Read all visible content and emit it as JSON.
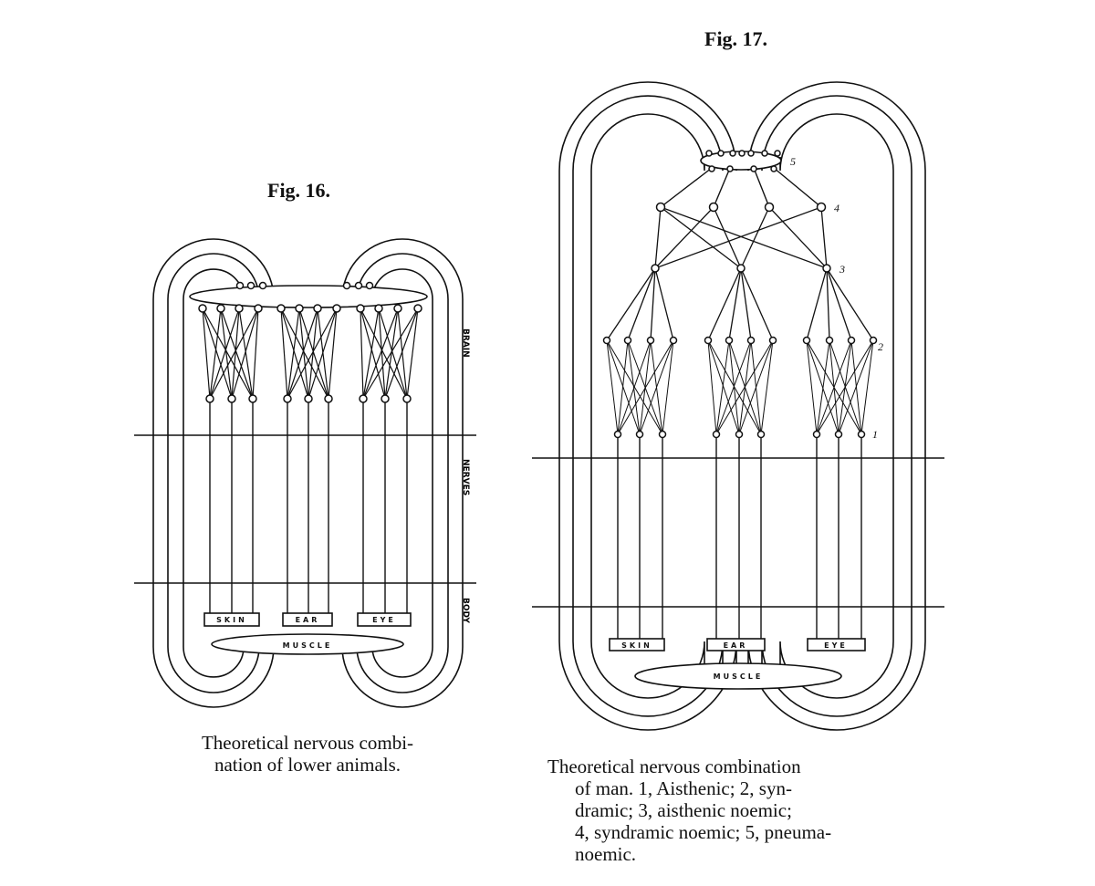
{
  "fig16": {
    "title": "Fig. 16.",
    "caption_line1": "Theoretical nervous combi-",
    "caption_line2": "nation of lower animals.",
    "region_labels": [
      "BRAIN",
      "NERVES",
      "BODY"
    ],
    "organs": [
      "SKIN",
      "EAR",
      "EYE"
    ],
    "muscle": "MUSCLE"
  },
  "fig17": {
    "title": "Fig. 17.",
    "caption_lines": [
      "Theoretical nervous combination",
      "of man.  1, Aisthenic; 2, syn-",
      "dramic; 3, aisthenic noemic;",
      "4, syndramic noemic; 5, pneuma-",
      "noemic."
    ],
    "level_labels": [
      "1",
      "2",
      "3",
      "4",
      "5"
    ],
    "organs": [
      "SKIN",
      "EAR",
      "EYE"
    ],
    "muscle": "MUSCLE"
  }
}
